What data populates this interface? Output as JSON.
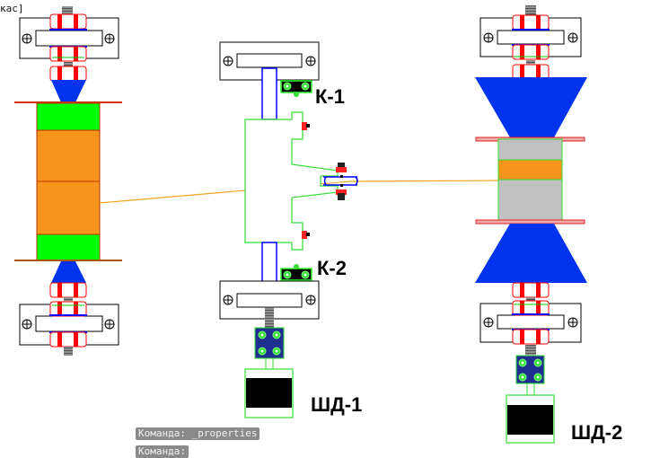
{
  "header": {
    "crumb": "кас]"
  },
  "labels": {
    "k1": "К-1",
    "k2": "К-2",
    "sd1": "ШД-1",
    "sd2": "ШД-2"
  },
  "command_line": {
    "history": "Команда:  _properties",
    "prompt": "Команда:"
  },
  "colors": {
    "green": "#00ff00",
    "orange": "#f7941d",
    "blue": "#0000ff",
    "red": "#ff0000",
    "gray": "#c0c0c0",
    "navy": "#1f2f8f",
    "beam": "#f5a623"
  }
}
